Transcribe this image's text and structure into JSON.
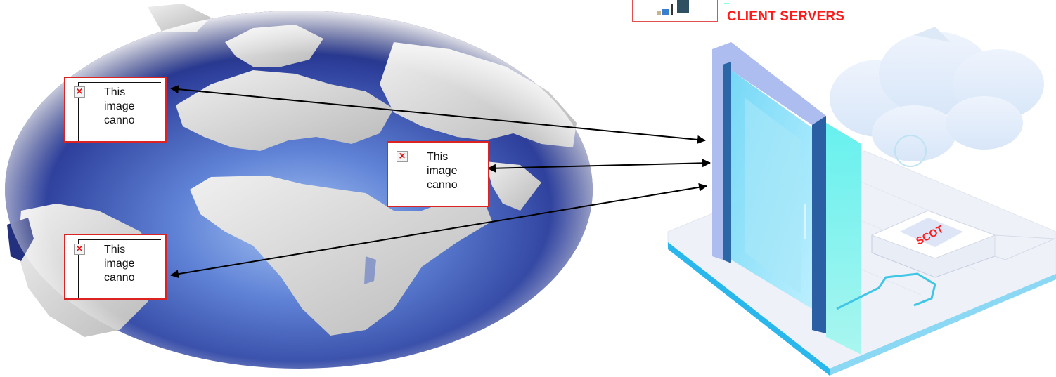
{
  "title": "CLIENT SERVERS",
  "device_label": "SCOT",
  "broken_images": [
    {
      "alt_text": "This\nimage\ncanno"
    },
    {
      "alt_text": "This\nimage\ncanno"
    },
    {
      "alt_text": "This\nimage\ncanno"
    }
  ],
  "broken_icon": "×",
  "colors": {
    "title": "#ff1a1a",
    "broken_border": "#dd2222",
    "arrow": "#000000",
    "globe_ocean": "#2c3f9a",
    "glass": "#7fdcf5"
  }
}
